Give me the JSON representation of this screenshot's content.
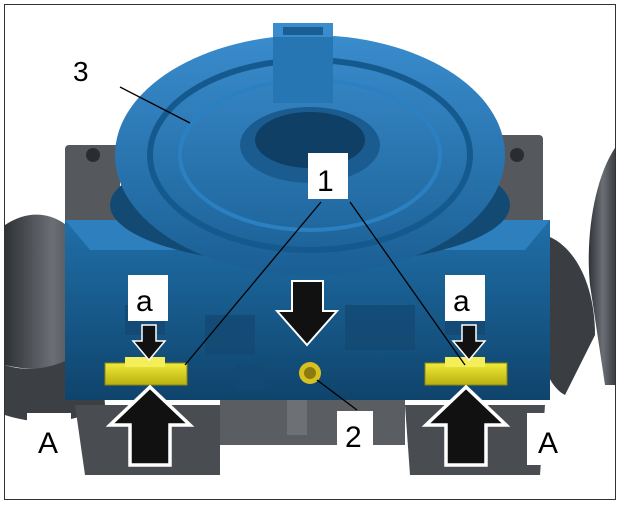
{
  "figure": {
    "callouts": {
      "part_1": "1",
      "part_2": "2",
      "part_3": "3"
    },
    "detail_labels": {
      "a_left": "a",
      "a_right": "a",
      "A_left": "A",
      "A_right": "A"
    },
    "colors": {
      "component_blue": "#1f6fa8",
      "component_blue_dark": "#154f7c",
      "clip_yellow": "#e2dc1e",
      "housing_gray": "#4a4d52",
      "arrow_black": "#111111"
    },
    "icons": [
      "push-down-arrow-icon",
      "push-up-arrow-icon"
    ]
  }
}
